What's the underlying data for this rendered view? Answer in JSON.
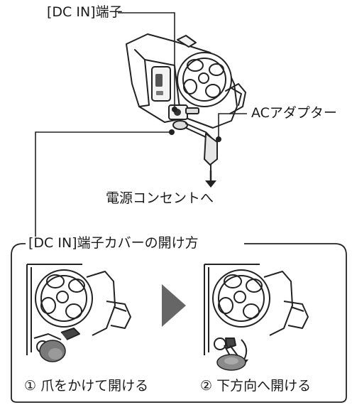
{
  "labels": {
    "dc_in_terminal": "[DC IN]端子",
    "ac_adapter": "ACアダプター",
    "to_outlet": "電源コンセントへ"
  },
  "cover_panel": {
    "title": "[DC IN]端子カバーの開け方",
    "step1": "① 爪をかけて開ける",
    "step2": "② 下方向へ開ける"
  }
}
